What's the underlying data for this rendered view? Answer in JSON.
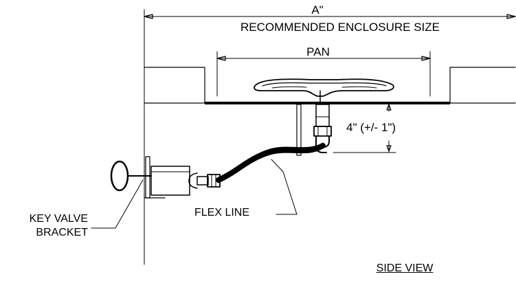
{
  "dimensions": {
    "enclosure_letter": "A\"",
    "enclosure_caption": "RECOMMENDED ENCLOSURE SIZE",
    "pan_label": "PAN",
    "drop_height": "4\" (+/- 1\")"
  },
  "callouts": {
    "key_valve_line1": "KEY VALVE",
    "key_valve_line2": "BRACKET",
    "flex_line": "FLEX LINE"
  },
  "view_title": "SIDE VIEW",
  "colors": {
    "ink": "#000000",
    "background": "#ffffff"
  }
}
